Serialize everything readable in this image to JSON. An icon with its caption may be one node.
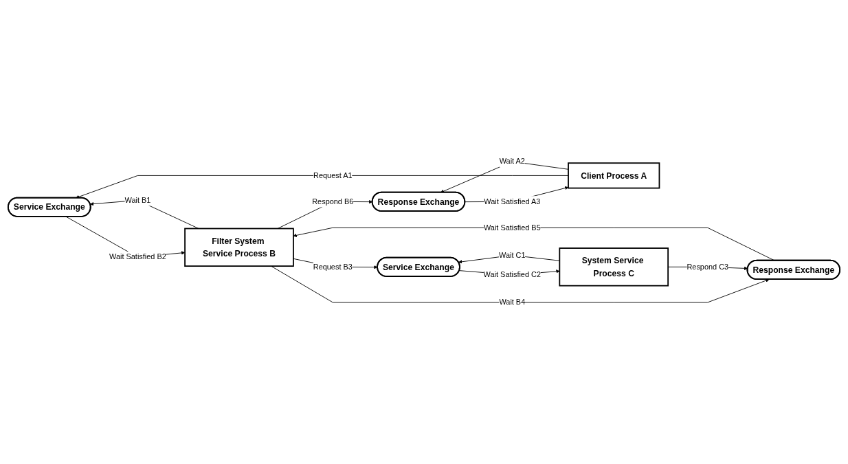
{
  "diagram": {
    "nodes": [
      {
        "text": [
          "Service Exchange"
        ]
      },
      {
        "text": [
          "Service Exchange"
        ]
      },
      {
        "text": [
          "Client Process A"
        ]
      },
      {
        "text": [
          "Filter System Service Process B"
        ]
      },
      {
        "text": [
          "System Service Process C"
        ]
      },
      {
        "text": [
          "Response Exchange"
        ]
      },
      {
        "text": [
          "Response Exchange"
        ]
      }
    ],
    "edges": [
      {
        "from": 2,
        "to": 0,
        "arrow": "to",
        "label": "Request A1"
      },
      {
        "from": 3,
        "to": 0,
        "arrow": "to",
        "label": "Wait B1"
      },
      {
        "from": 0,
        "to": 3,
        "arrow": "to",
        "label": "Wait Satisfied B2"
      },
      {
        "from": 3,
        "to": 1,
        "arrow": "to",
        "label": "Request B3"
      },
      {
        "from": 4,
        "to": 1,
        "arrow": "to",
        "label": "Wait C1"
      },
      {
        "from": 1,
        "to": 4,
        "arrow": "to",
        "label": "Wait Satisfied C2"
      },
      {
        "from": 2,
        "to": 5,
        "arrow": "to",
        "label": "Wait A2"
      },
      {
        "from": 5,
        "to": 2,
        "arrow": "to",
        "label": "Wait Satisfied A3"
      },
      {
        "from": 3,
        "to": 5,
        "arrow": "to",
        "label": "Respond B6"
      },
      {
        "from": 3,
        "to": 6,
        "arrow": "to",
        "label": "Wait B4"
      },
      {
        "from": 6,
        "to": 3,
        "arrow": "to",
        "label": "Wait Satisfied B5"
      },
      {
        "from": 4,
        "to": 6,
        "arrow": "to",
        "label": "Respond C3"
      }
    ]
  }
}
